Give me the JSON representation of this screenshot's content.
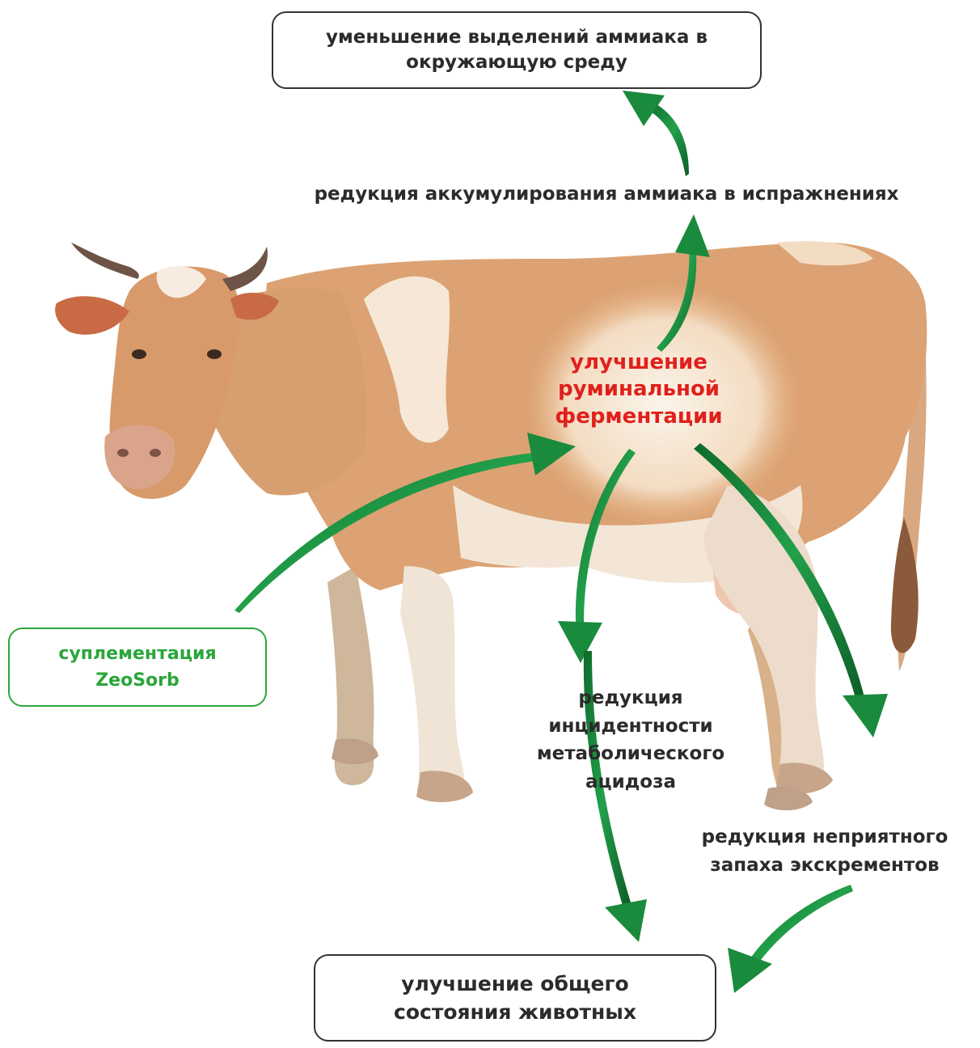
{
  "diagram": {
    "top_box": {
      "lines": [
        "уменьшение выделений аммиака  в",
        "окружающую среду"
      ]
    },
    "ammonia_label": "редукция аккумулирования аммиака в испражнениях",
    "center_label": {
      "lines": [
        "улучшение",
        "руминальной",
        "ферментации"
      ]
    },
    "supplement_box": {
      "lines": [
        "суплементация",
        "ZeoSorb"
      ]
    },
    "acidosis_label": {
      "lines": [
        "редукция",
        "инцидентности",
        "метаболического",
        "ацидоза"
      ]
    },
    "odor_label": {
      "lines": [
        "редукция неприятного",
        "запаха экскрементов"
      ]
    },
    "bottom_box": {
      "lines": [
        "улучшение общего",
        "состояния животных"
      ]
    }
  },
  "illustration": {
    "subject": "cow"
  },
  "colors": {
    "accent_red": "#e0201c",
    "accent_green": "#2aa63a",
    "arrow_green": "#1f8a3e",
    "text_dark": "#2b2b2b"
  }
}
